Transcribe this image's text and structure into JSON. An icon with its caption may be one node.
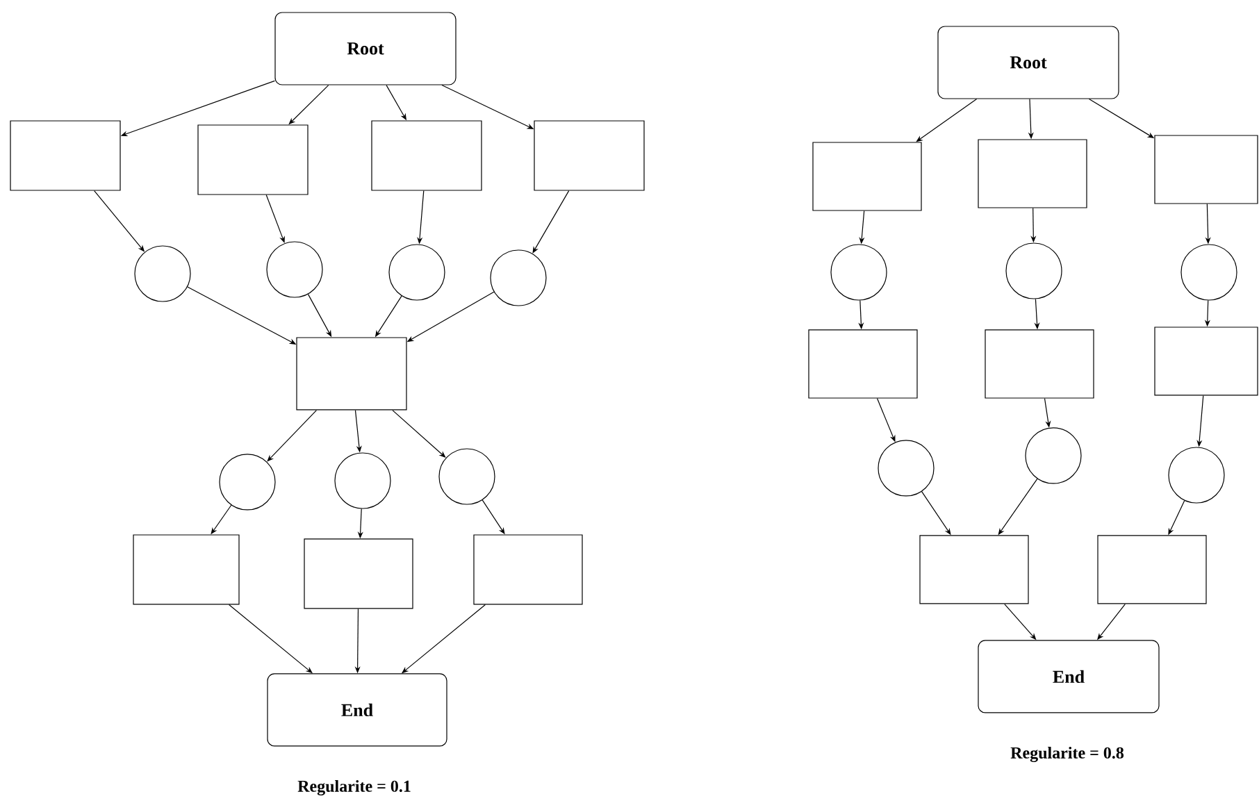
{
  "diagram": {
    "nodes": [
      {
        "text": [
          "Root"
        ]
      },
      {
        "text": [],
        "shape": "box"
      },
      {
        "text": [],
        "shape": "box"
      },
      {
        "text": [],
        "shape": "box"
      },
      {
        "text": [],
        "shape": "box"
      },
      {
        "text": [],
        "shape": "circle"
      },
      {
        "text": [],
        "shape": "circle"
      },
      {
        "text": [],
        "shape": "circle"
      },
      {
        "text": [],
        "shape": "circle"
      },
      {
        "text": [],
        "shape": "box"
      },
      {
        "text": [],
        "shape": "circle"
      },
      {
        "text": [],
        "shape": "circle"
      },
      {
        "text": [],
        "shape": "circle"
      },
      {
        "text": [],
        "shape": "box"
      },
      {
        "text": [],
        "shape": "box"
      },
      {
        "text": [],
        "shape": "box"
      },
      {
        "text": [
          "End"
        ]
      },
      {
        "text": [
          "Root"
        ]
      },
      {
        "text": [],
        "shape": "box"
      },
      {
        "text": [],
        "shape": "box"
      },
      {
        "text": [],
        "shape": "box"
      },
      {
        "text": [],
        "shape": "circle"
      },
      {
        "text": [],
        "shape": "circle"
      },
      {
        "text": [],
        "shape": "circle"
      },
      {
        "text": [],
        "shape": "box"
      },
      {
        "text": [],
        "shape": "box"
      },
      {
        "text": [],
        "shape": "box"
      },
      {
        "text": [],
        "shape": "circle"
      },
      {
        "text": [],
        "shape": "circle"
      },
      {
        "text": [],
        "shape": "circle"
      },
      {
        "text": [],
        "shape": "box"
      },
      {
        "text": [],
        "shape": "box"
      },
      {
        "text": [
          "End"
        ]
      }
    ],
    "edges": [
      {
        "from": 0,
        "to": 1,
        "arrow": "to"
      },
      {
        "from": 0,
        "to": 2,
        "arrow": "to"
      },
      {
        "from": 0,
        "to": 3,
        "arrow": "to"
      },
      {
        "from": 0,
        "to": 4,
        "arrow": "to"
      },
      {
        "from": 1,
        "to": 5,
        "arrow": "to"
      },
      {
        "from": 2,
        "to": 6,
        "arrow": "to"
      },
      {
        "from": 3,
        "to": 7,
        "arrow": "to"
      },
      {
        "from": 4,
        "to": 8,
        "arrow": "to"
      },
      {
        "from": 5,
        "to": 9,
        "arrow": "to"
      },
      {
        "from": 6,
        "to": 9,
        "arrow": "to"
      },
      {
        "from": 7,
        "to": 9,
        "arrow": "to"
      },
      {
        "from": 8,
        "to": 9,
        "arrow": "to"
      },
      {
        "from": 9,
        "to": 10,
        "arrow": "to"
      },
      {
        "from": 9,
        "to": 11,
        "arrow": "to"
      },
      {
        "from": 9,
        "to": 12,
        "arrow": "to"
      },
      {
        "from": 10,
        "to": 13,
        "arrow": "to"
      },
      {
        "from": 11,
        "to": 14,
        "arrow": "to"
      },
      {
        "from": 12,
        "to": 15,
        "arrow": "to"
      },
      {
        "from": 13,
        "to": 16,
        "arrow": "to"
      },
      {
        "from": 14,
        "to": 16,
        "arrow": "to"
      },
      {
        "from": 15,
        "to": 16,
        "arrow": "to"
      },
      {
        "from": 17,
        "to": 18,
        "arrow": "to"
      },
      {
        "from": 17,
        "to": 19,
        "arrow": "to"
      },
      {
        "from": 17,
        "to": 20,
        "arrow": "to"
      },
      {
        "from": 18,
        "to": 21,
        "arrow": "to"
      },
      {
        "from": 19,
        "to": 22,
        "arrow": "to"
      },
      {
        "from": 20,
        "to": 23,
        "arrow": "to"
      },
      {
        "from": 21,
        "to": 24,
        "arrow": "to"
      },
      {
        "from": 22,
        "to": 25,
        "arrow": "to"
      },
      {
        "from": 23,
        "to": 26,
        "arrow": "to"
      },
      {
        "from": 24,
        "to": 27,
        "arrow": "to"
      },
      {
        "from": 25,
        "to": 28,
        "arrow": "to"
      },
      {
        "from": 26,
        "to": 29,
        "arrow": "to"
      },
      {
        "from": 27,
        "to": 30,
        "arrow": "to"
      },
      {
        "from": 28,
        "to": 30,
        "arrow": "to"
      },
      {
        "from": 29,
        "to": 31,
        "arrow": "to"
      },
      {
        "from": 30,
        "to": 32,
        "arrow": "to"
      },
      {
        "from": 31,
        "to": 32,
        "arrow": "to"
      }
    ],
    "labels": [
      "Regularite = 0.1",
      "Regularite = 0.8"
    ]
  }
}
